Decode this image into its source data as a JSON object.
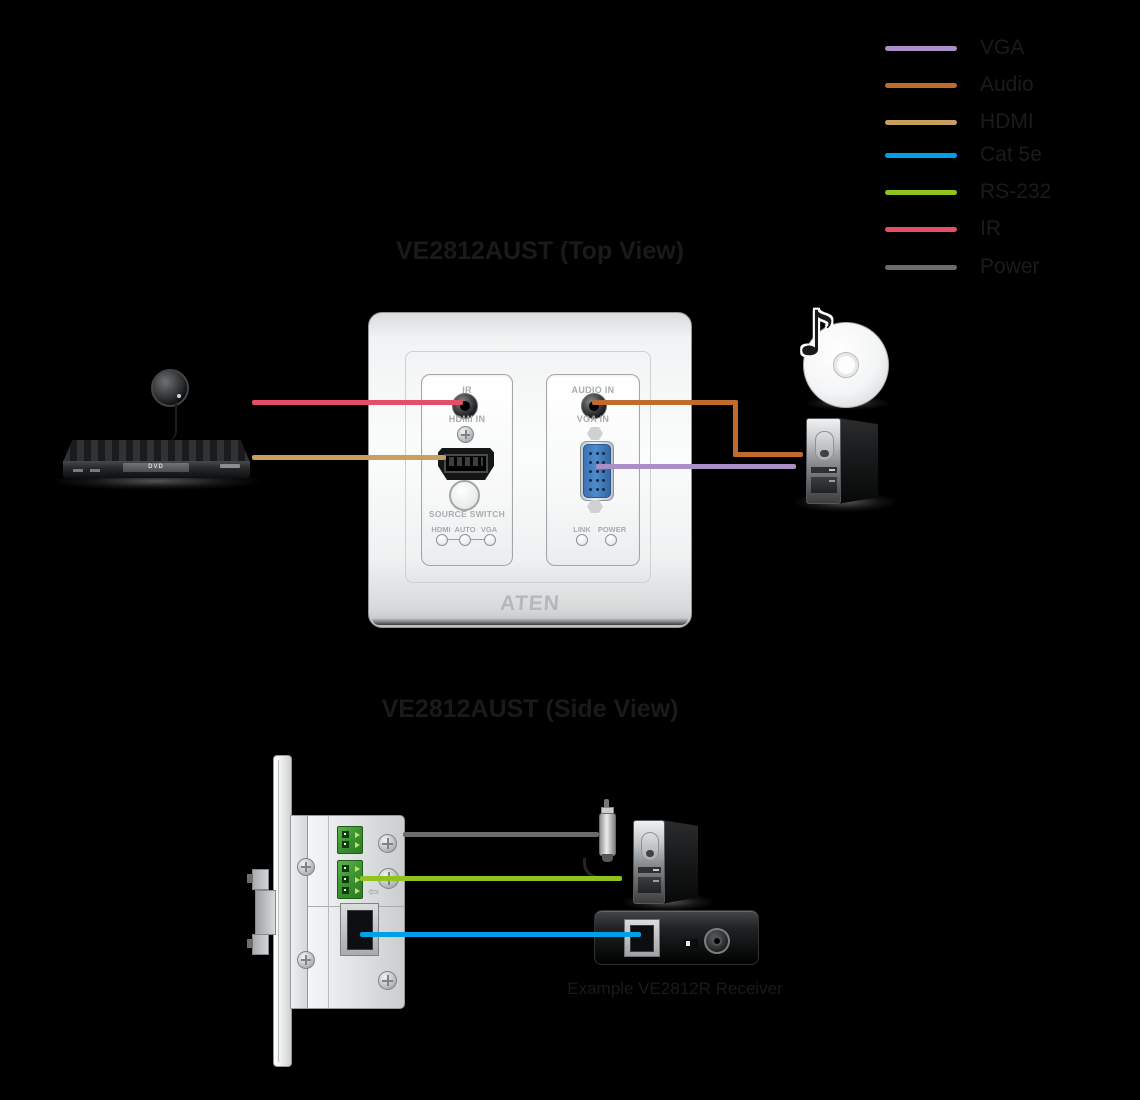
{
  "diagram": {
    "legend": {
      "items": [
        {
          "label": "VGA",
          "color": "#a98fc6"
        },
        {
          "label": "Audio",
          "color": "#c06b2e"
        },
        {
          "label": "HDMI",
          "color": "#c79f5f"
        },
        {
          "label": "Cat 5e",
          "color": "#009fe8"
        },
        {
          "label": "RS-232",
          "color": "#8fc31f"
        },
        {
          "label": "IR",
          "color": "#e34f67"
        },
        {
          "label": "Power",
          "color": "#6b6b6b"
        }
      ]
    },
    "top_view": {
      "title": "VE2812AUST (Top View)",
      "plate": {
        "brand": "ATEN",
        "left_panel": {
          "ir_port_label": "IR",
          "hdmi_port_label": "HDMI IN",
          "switch_label": "SOURCE SWITCH",
          "led_labels": [
            "HDMI",
            "AUTO",
            "VGA"
          ]
        },
        "right_panel": {
          "audio_port_label": "AUDIO IN",
          "vga_port_label": "VGA IN",
          "led_labels": [
            "LINK",
            "POWER"
          ]
        }
      },
      "dvd_player_label": "DVD"
    },
    "side_view": {
      "title": "VE2812AUST (Side View)",
      "receiver_caption": "Example VE2812R Receiver"
    }
  }
}
